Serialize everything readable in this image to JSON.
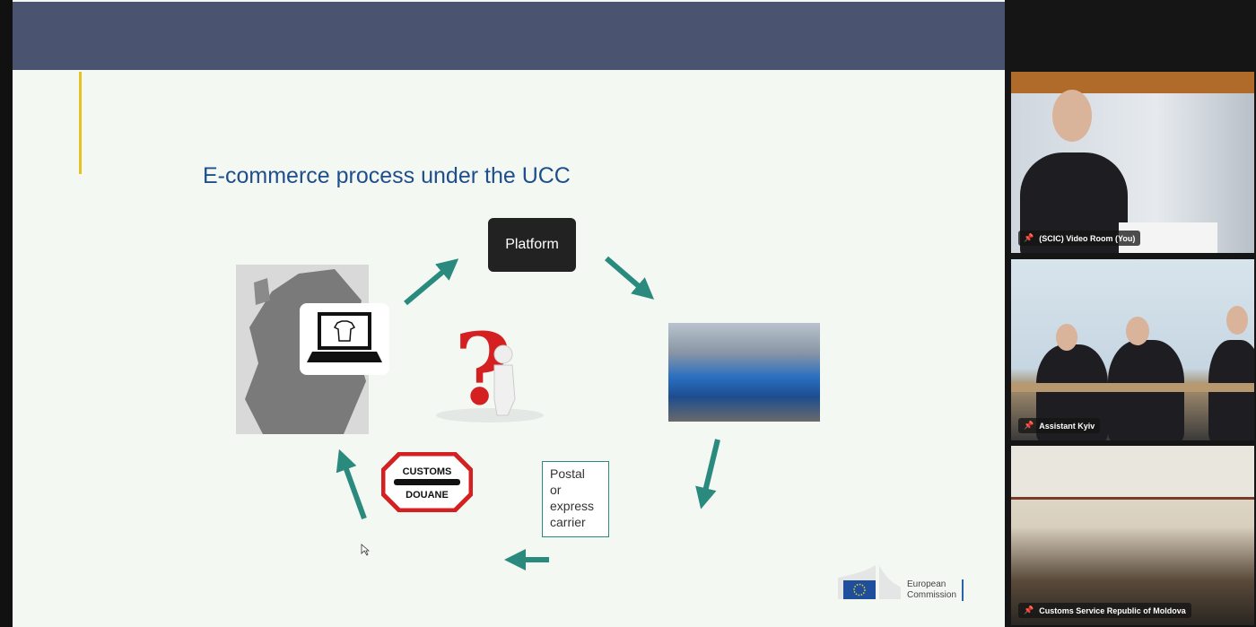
{
  "slide": {
    "title": "E-commerce process under the UCC",
    "platform_label": "Platform",
    "customs_sign": {
      "top": "CUSTOMS",
      "bottom": "DOUANE"
    },
    "carrier_label": [
      "Postal",
      "or",
      "express",
      "carrier"
    ],
    "logo": {
      "line1": "European",
      "line2": "Commission"
    },
    "colors": {
      "band": "#4a5471",
      "accent": "#e8c020",
      "arrow": "#2a8a7e",
      "title": "#1f4e8c"
    }
  },
  "participants": [
    {
      "name": "(SCIC) Video Room (You)",
      "icon": "pin-icon"
    },
    {
      "name": "Assistant Kyiv",
      "icon": "pin-icon"
    },
    {
      "name": "Customs Service Republic of Moldova",
      "icon": "pin-icon"
    }
  ]
}
